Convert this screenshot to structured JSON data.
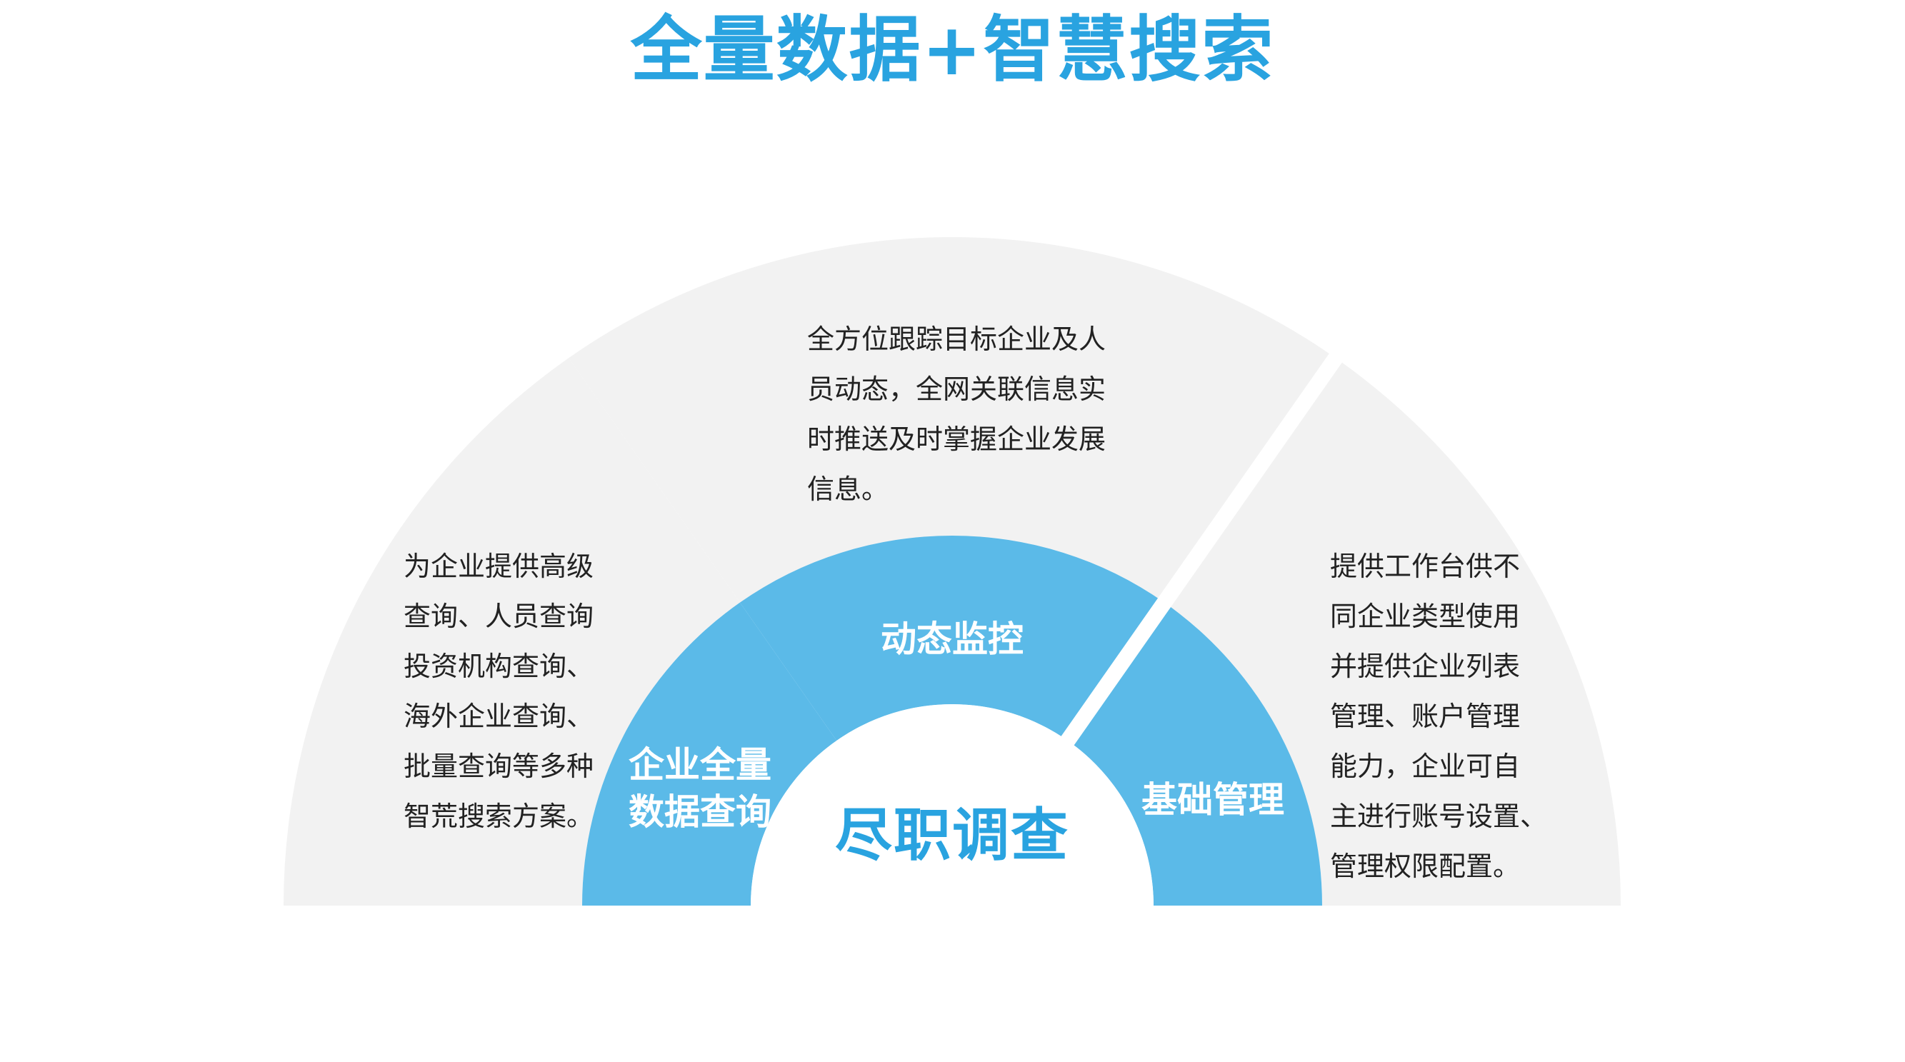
{
  "title": "全量数据+智慧搜索",
  "center_title": "尽职调查",
  "colors": {
    "title": "#29a3e0",
    "center_title": "#29a3e0",
    "inner_ring": "#5bbae8",
    "outer_ring": "#f2f2f2",
    "description_text": "#222222"
  },
  "segments": [
    {
      "label_lines": [
        "企业全量",
        "数据查询"
      ],
      "description_lines": [
        "为企业提供高级",
        "查询、人员查询",
        "投资机构查询、",
        "海外企业查询、",
        "批量查询等多种",
        "智荒搜索方案。"
      ]
    },
    {
      "label_lines": [
        "动态监控"
      ],
      "description_lines": [
        "全方位跟踪目标企业及人",
        "员动态，全网关联信息实",
        "时推送及时掌握企业发展",
        "信息。"
      ]
    },
    {
      "label_lines": [
        "基础管理"
      ],
      "description_lines": [
        "提供工作台供不",
        "同企业类型使用",
        "并提供企业列表",
        "管理、账户管理",
        "能力，企业可自",
        "主进行账号设置、",
        "管理权限配置。"
      ]
    }
  ]
}
